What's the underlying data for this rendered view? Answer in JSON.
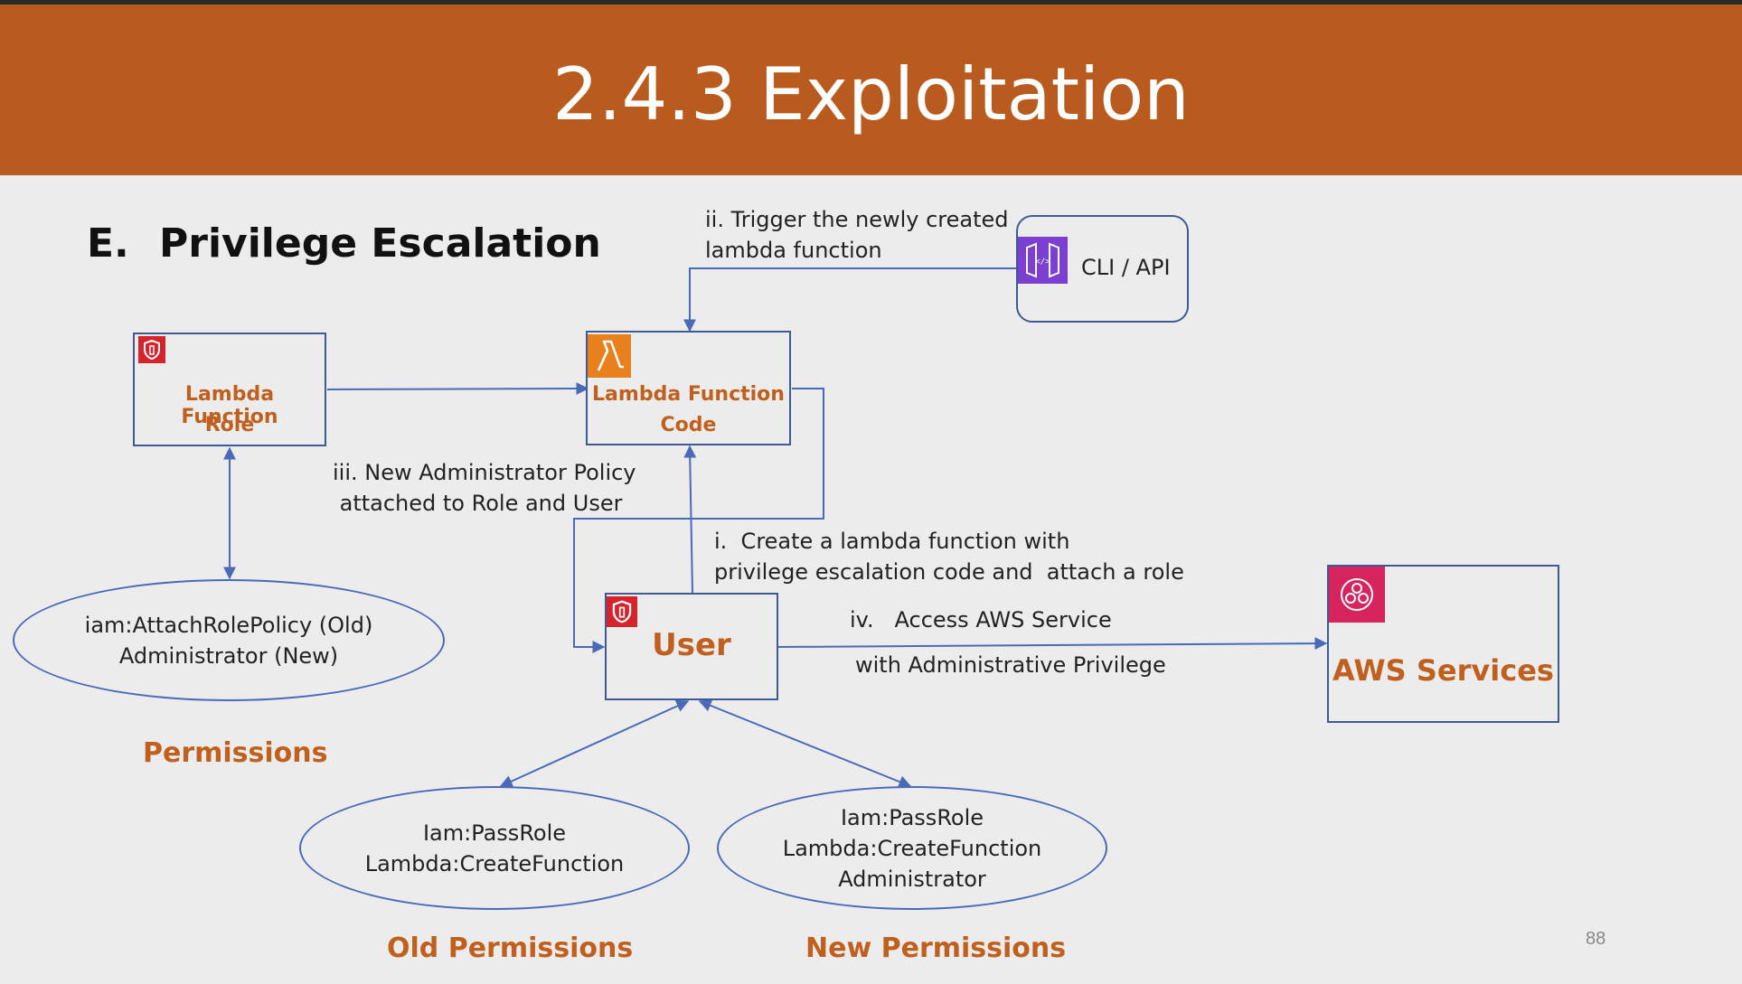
{
  "slide": {
    "title": "2.4.3  Exploitation",
    "page_number": "88"
  },
  "section": {
    "number": "E.",
    "heading": "Privilege Escalation"
  },
  "nodes": {
    "lambda_role": {
      "line1": "Lambda Function",
      "line2": "Role",
      "icon": "iam-shield-icon"
    },
    "lambda_code": {
      "line1": "Lambda Function",
      "line2": "Code",
      "icon": "lambda-icon"
    },
    "cli_api": {
      "label": "CLI / API",
      "icon": "api-gateway-icon"
    },
    "user": {
      "label": "User",
      "icon": "iam-shield-icon"
    },
    "aws_services": {
      "label": "AWS Services",
      "icon": "aws-services-icon"
    }
  },
  "ellipses": {
    "permissions": {
      "line1": "iam:AttachRolePolicy (Old)",
      "line2": "Administrator (New)"
    },
    "old_permissions": {
      "line1": "Iam:PassRole",
      "line2": "Lambda:CreateFunction"
    },
    "new_permissions": {
      "line1": "Iam:PassRole",
      "line2": "Lambda:CreateFunction",
      "line3": "Administrator"
    }
  },
  "captions": {
    "permissions": "Permissions",
    "old_permissions": "Old Permissions",
    "new_permissions": "New Permissions"
  },
  "steps": {
    "i": {
      "line1": "i.  Create a lambda function with",
      "line2": "privilege escalation code and  attach a role"
    },
    "ii": {
      "line1": "ii.  Trigger the newly created",
      "line2": "lambda function"
    },
    "iii": {
      "line1": "iii.  New Administrator Policy",
      "line2": " attached to Role and User"
    },
    "iv": {
      "line1": "iv.   Access AWS Service",
      "line2": "with Administrative Privilege"
    }
  },
  "colors": {
    "header": "#b95b1e",
    "accent_text": "#c0601e",
    "line": "#4a6ab8",
    "iam_red": "#d6242d",
    "lambda_orange": "#e8801e",
    "api_purple": "#7b3fd1",
    "services_pink": "#d6245f"
  }
}
